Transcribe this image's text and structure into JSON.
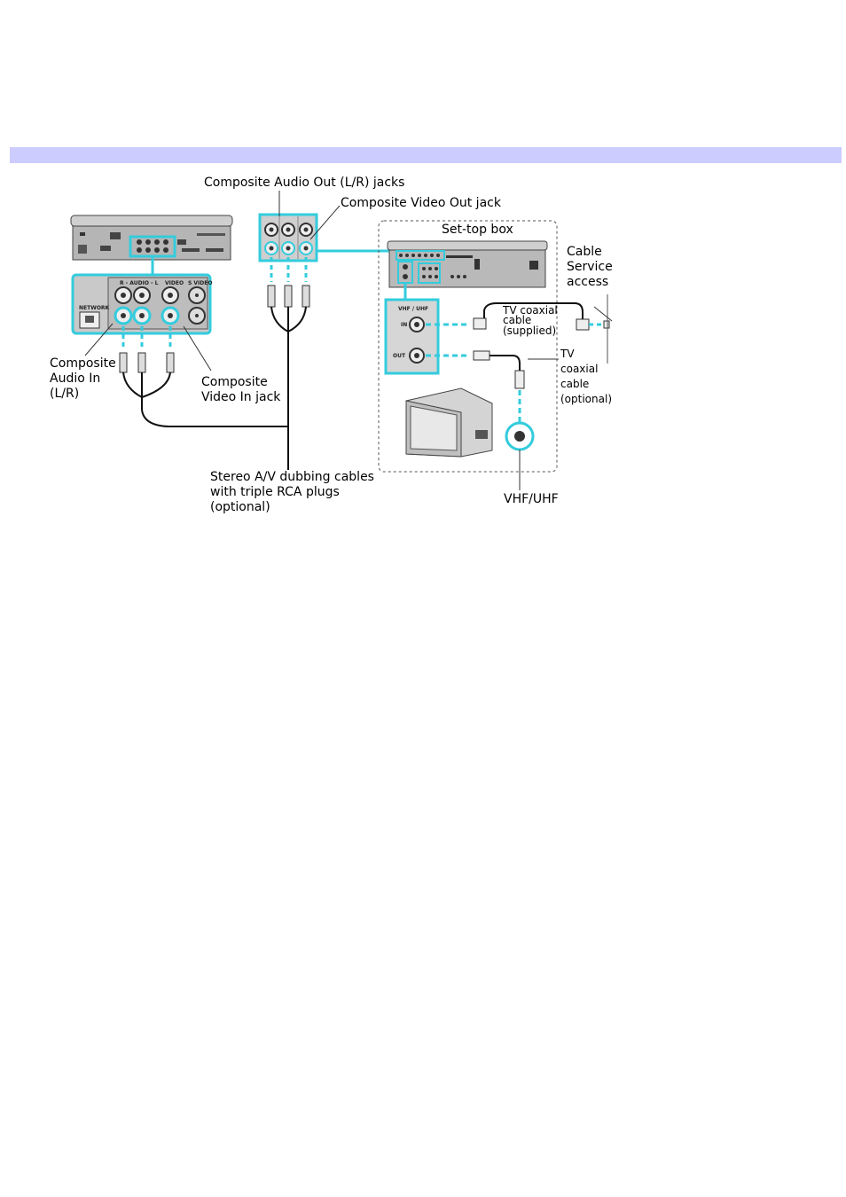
{
  "labels": {
    "composite_audio_out": "Composite Audio Out (L/R) jacks",
    "composite_video_out": "Composite Video Out jack",
    "set_top_box": "Set-top box",
    "cable_service_1": "Cable",
    "cable_service_2": "Service",
    "cable_service_3": "access",
    "tv_coax_supplied_1": "TV coaxial",
    "tv_coax_supplied_2": "cable",
    "tv_coax_supplied_3": "(supplied)",
    "tv_coax_optional_1": "TV",
    "tv_coax_optional_2": "coaxial",
    "tv_coax_optional_3": "cable",
    "tv_coax_optional_4": "(optional)",
    "composite_audio_in_1": "Composite",
    "composite_audio_in_2": "Audio In",
    "composite_audio_in_3": "(L/R)",
    "composite_video_in_1": "Composite",
    "composite_video_in_2": "Video In jack",
    "stereo_cables_1": "Stereo A/V dubbing cables",
    "stereo_cables_2": "with triple RCA plugs",
    "stereo_cables_3": "(optional)",
    "vhf_uhf": "VHF/UHF",
    "panel_vhf_uhf": "VHF / UHF",
    "panel_in": "IN",
    "panel_out": "OUT",
    "panel_audio": "R - AUDIO - L",
    "panel_video": "VIDEO",
    "panel_svideo": "S VIDEO",
    "panel_network": "NETWORK"
  },
  "colors": {
    "banner": "#ccccff",
    "highlight": "#33ccdd",
    "device": "#9a9a9a"
  }
}
